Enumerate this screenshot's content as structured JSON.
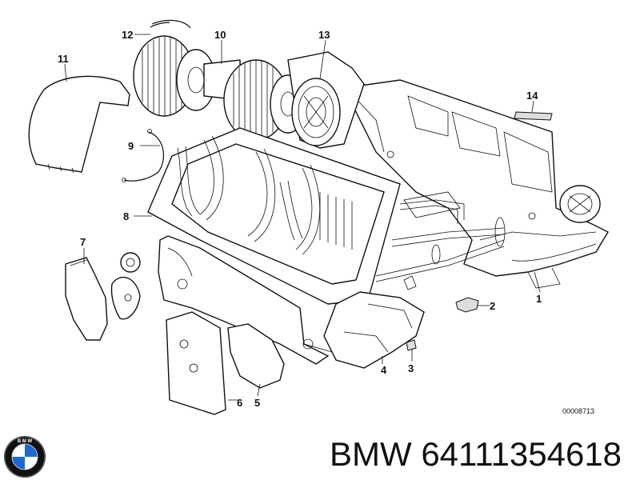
{
  "diagram": {
    "callouts": [
      {
        "id": "1",
        "label": "1"
      },
      {
        "id": "2",
        "label": "2"
      },
      {
        "id": "3",
        "label": "3"
      },
      {
        "id": "4",
        "label": "4"
      },
      {
        "id": "5",
        "label": "5"
      },
      {
        "id": "6",
        "label": "6"
      },
      {
        "id": "7",
        "label": "7"
      },
      {
        "id": "8",
        "label": "8"
      },
      {
        "id": "9",
        "label": "9"
      },
      {
        "id": "10",
        "label": "10"
      },
      {
        "id": "11",
        "label": "11"
      },
      {
        "id": "12",
        "label": "12"
      },
      {
        "id": "13",
        "label": "13"
      },
      {
        "id": "14",
        "label": "14"
      }
    ],
    "diagram_code": "00008713"
  },
  "footer": {
    "brand": "BMW",
    "part_number": "64111354618",
    "logo_icon": "bmw-roundel-icon",
    "logo_colors": {
      "blue": "#1c69d4",
      "ring": "#111111",
      "white": "#ffffff"
    }
  }
}
